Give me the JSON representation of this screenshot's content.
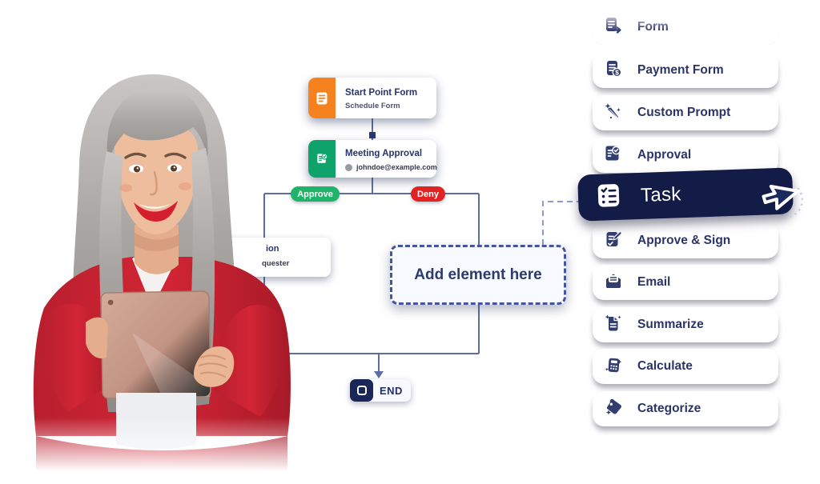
{
  "flow": {
    "start_node": {
      "title": "Start Point Form",
      "subtitle": "Schedule Form",
      "icon": "form-icon",
      "accent_color": "#F5821F"
    },
    "approval_node": {
      "title": "Meeting Approval",
      "assignee_email": "johndoe@example.com",
      "icon": "approval-check-icon",
      "accent_color": "#0FA36B"
    },
    "branches": {
      "approve_label": "Approve",
      "deny_label": "Deny",
      "approve_color": "#1FB469",
      "deny_color": "#E02222"
    },
    "partial_node": {
      "line1_fragment": "ion",
      "line2_fragment": "quester"
    },
    "add_element": {
      "label": "Add element here"
    },
    "end_node": {
      "label": "END",
      "icon": "stop-square-icon"
    }
  },
  "sidebar": {
    "items": [
      {
        "label": "Form",
        "icon": "form-export-icon"
      },
      {
        "label": "Payment Form",
        "icon": "payment-form-icon"
      },
      {
        "label": "Custom Prompt",
        "icon": "magic-pen-icon"
      },
      {
        "label": "Approval",
        "icon": "approval-icon"
      },
      {
        "label": "Task",
        "icon": "task-checklist-icon",
        "selected": true
      },
      {
        "label": "Approve & Sign",
        "icon": "approve-sign-icon"
      },
      {
        "label": "Email",
        "icon": "email-icon"
      },
      {
        "label": "Summarize",
        "icon": "summarize-icon"
      },
      {
        "label": "Calculate",
        "icon": "calculate-icon"
      },
      {
        "label": "Categorize",
        "icon": "categorize-icon"
      }
    ]
  },
  "palette": {
    "connector": "#5D6FA0",
    "connector_dashed": "#8B9BD1",
    "navy_text": "#2B3467",
    "task_selected_bg": "#131C47",
    "icon_navy": "#333E70",
    "orange": "#F5821F",
    "green": "#0FA36B",
    "approve_green": "#1FB469",
    "deny_red": "#E02222"
  }
}
